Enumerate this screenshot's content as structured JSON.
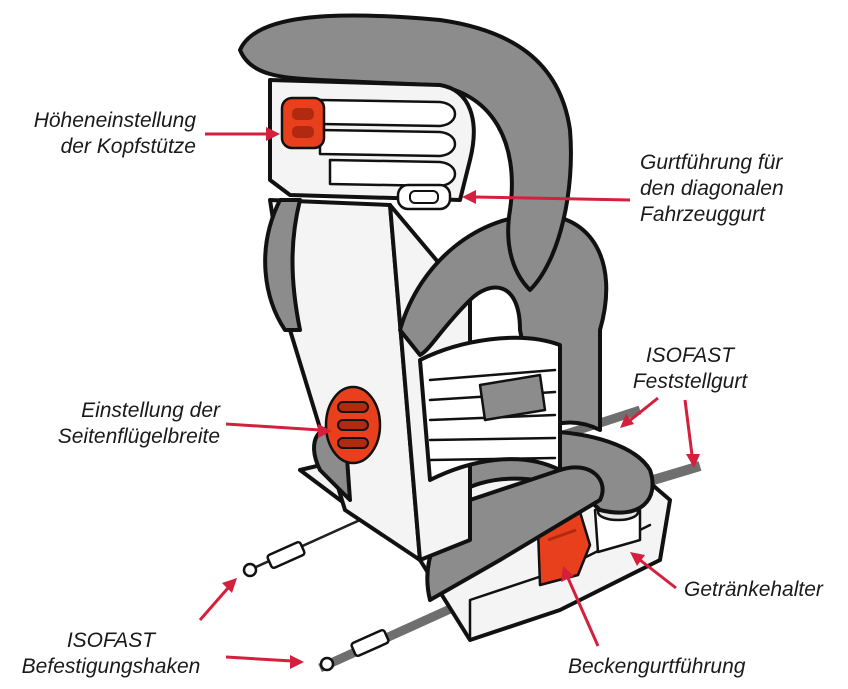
{
  "diagram": {
    "subject": "booster-seat-illustration",
    "accent_color": "#d41f3d",
    "part_highlight_color": "#e8401c",
    "cushion_color": "#8c8c8c",
    "labels": {
      "headrest_height": {
        "line1": "Höheneinstellung",
        "line2": "der Kopfstütze"
      },
      "belt_guide_diagonal": {
        "line1": "Gurtführung für",
        "line2": "den diagonalen",
        "line3": "Fahrzeuggurt"
      },
      "isofast_strap": {
        "line1": "ISOFAST",
        "line2": "Feststellgurt"
      },
      "side_wing_width": {
        "line1": "Einstellung der",
        "line2": "Seitenflügelbreite"
      },
      "cup_holder": {
        "line1": "Getränkehalter"
      },
      "isofast_hooks": {
        "line1": "ISOFAST",
        "line2": "Befestigungshaken"
      },
      "lap_belt_guide": {
        "line1": "Beckengurtführung"
      }
    }
  }
}
